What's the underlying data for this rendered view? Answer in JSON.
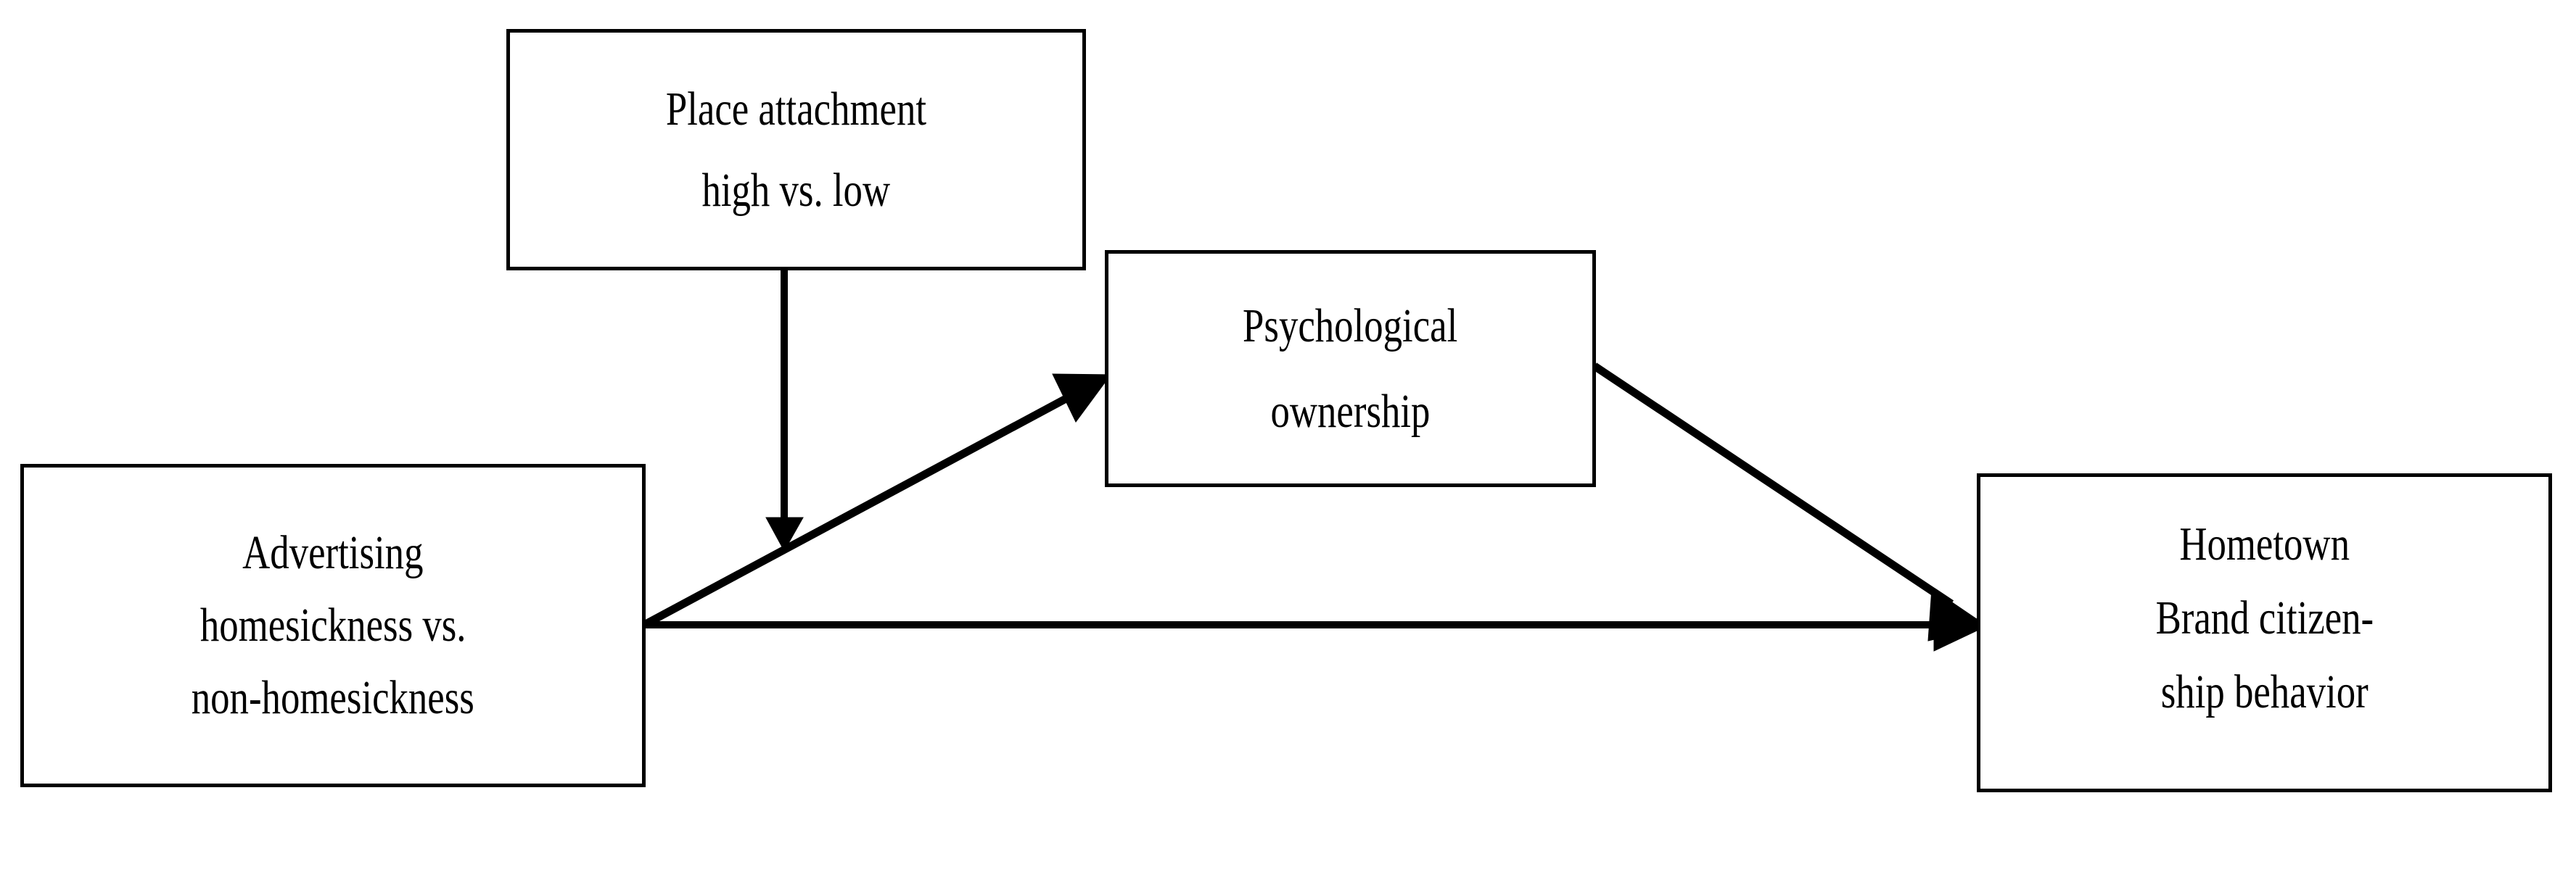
{
  "diagram": {
    "type": "conceptual-model",
    "background_color": "#ffffff",
    "stroke_color": "#000000",
    "nodes": [
      {
        "id": "place-attachment",
        "role": "moderator",
        "lines": [
          "Place attachment",
          "high vs. low"
        ]
      },
      {
        "id": "psychological-ownership",
        "role": "mediator",
        "lines": [
          "Psychological",
          "ownership"
        ]
      },
      {
        "id": "advertising-homesickness",
        "role": "independent-variable",
        "lines": [
          "Advertising",
          "homesickness vs.",
          "non-homesickness"
        ]
      },
      {
        "id": "hometown-bcb",
        "role": "dependent-variable",
        "lines": [
          "Hometown",
          "Brand citizen-",
          "ship behavior"
        ]
      }
    ],
    "edges": [
      {
        "id": "moderation-arrow",
        "from": "place-attachment",
        "to": "iv-to-mediator-path",
        "style": "straight-vertical-arrow",
        "label": ""
      },
      {
        "id": "iv-to-mediator",
        "from": "advertising-homesickness",
        "to": "psychological-ownership",
        "style": "diagonal-arrow",
        "label": ""
      },
      {
        "id": "mediator-to-dv",
        "from": "psychological-ownership",
        "to": "hometown-bcb",
        "style": "diagonal-arrow",
        "label": ""
      },
      {
        "id": "iv-to-dv-direct",
        "from": "advertising-homesickness",
        "to": "hometown-bcb",
        "style": "horizontal-arrow",
        "label": ""
      }
    ]
  }
}
